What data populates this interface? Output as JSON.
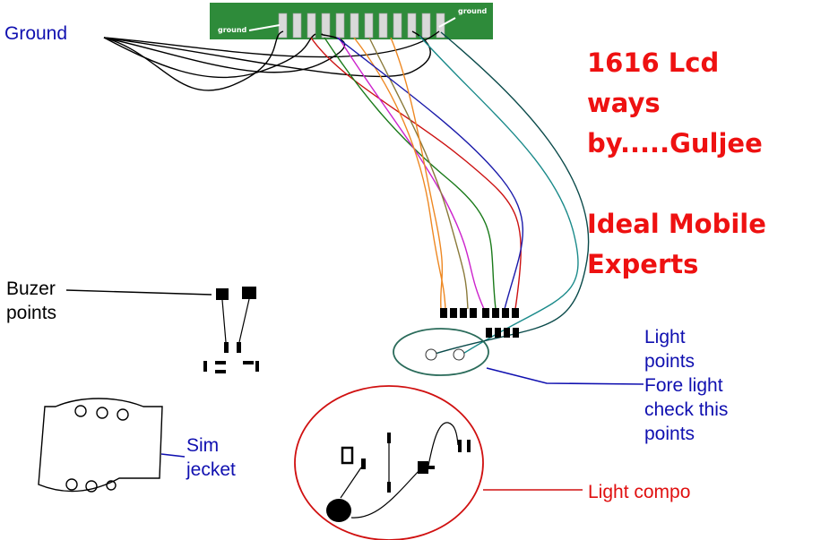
{
  "title": {
    "line1": "1616 Lcd",
    "line2": "ways",
    "line3": "by.....Guljee"
  },
  "subtitle": {
    "line1": "Ideal Mobile",
    "line2": "Experts"
  },
  "labels": {
    "ground": "Ground",
    "buzer_line1": "Buzer",
    "buzer_line2": "points",
    "sim_line1": "Sim",
    "sim_line2": "jecket",
    "light_line1": "Light",
    "light_line2": "points",
    "light_line3": "Fore light",
    "light_line4": "check this",
    "light_line5": "points",
    "light_compo": "Light compo"
  },
  "connector_labels": {
    "left_ground": "ground",
    "right_ground": "ground"
  },
  "colors": {
    "title": "#ee1111",
    "label_blue": "#1010b0",
    "light_compo": "#e01010",
    "pcb_green": "#2e8b3a",
    "ellipse": "#2a6b5a",
    "circle": "#d01010"
  }
}
